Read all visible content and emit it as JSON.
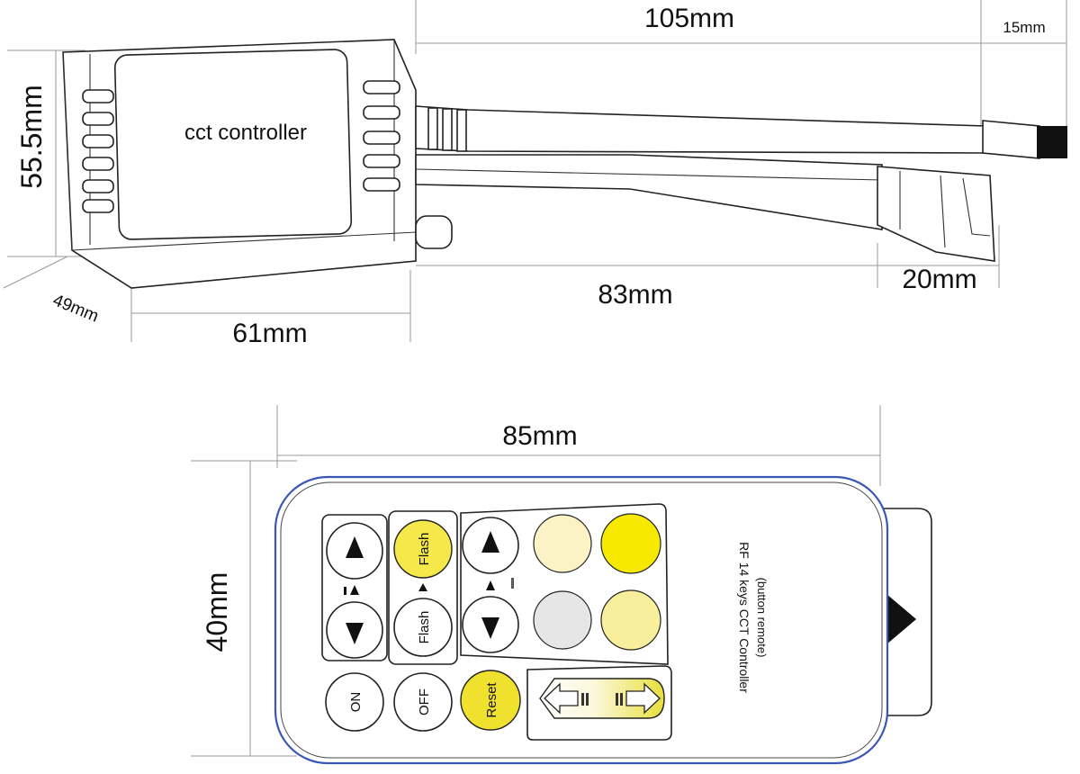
{
  "controller": {
    "label": "cct controller",
    "dimensions": {
      "length_total": "105mm",
      "plug_length": "15mm",
      "height": "55.5mm",
      "depth": "49mm",
      "width": "61mm",
      "cable_length": "83mm",
      "socket_length": "20mm"
    }
  },
  "remote": {
    "dimensions": {
      "width": "85mm",
      "height": "40mm"
    },
    "label_line1": "RF 14 keys CCT Controller",
    "label_line2": "(button remote)",
    "buttons": {
      "flash_top": "Flash",
      "flash_bottom": "Flash",
      "on": "ON",
      "off": "OFF",
      "reset": "Reset"
    },
    "colors": {
      "flash_yellow": "#f5e84a",
      "reset_yellow": "#efe12e",
      "swatch_warm_light": "#fbf3c6",
      "swatch_yellow": "#f7ea00",
      "swatch_gray": "#e6e6e6",
      "swatch_pale_yellow": "#f8ef9c",
      "outline_blue": "#3a57b8"
    }
  }
}
